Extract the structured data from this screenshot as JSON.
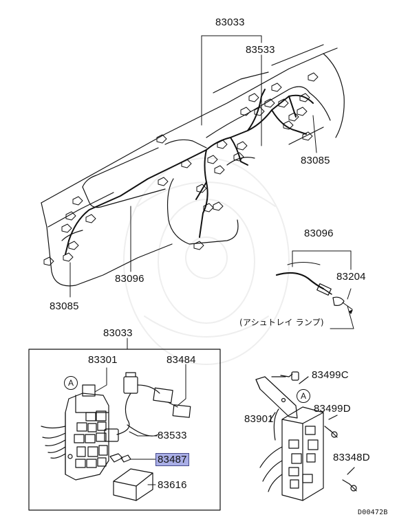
{
  "callouts": [
    {
      "id": "c1",
      "text": "83033"
    },
    {
      "id": "c2",
      "text": "83533"
    },
    {
      "id": "c3",
      "text": "83085"
    },
    {
      "id": "c4",
      "text": "83096"
    },
    {
      "id": "c5",
      "text": "83085"
    },
    {
      "id": "c6",
      "text": "83096"
    },
    {
      "id": "c7",
      "text": "83204"
    },
    {
      "id": "c8",
      "text": "83033"
    },
    {
      "id": "c9",
      "text": "83301"
    },
    {
      "id": "c10",
      "text": "83484"
    },
    {
      "id": "c11",
      "text": "83533"
    },
    {
      "id": "c12",
      "text": "83487",
      "highlighted": true
    },
    {
      "id": "c13",
      "text": "83616"
    },
    {
      "id": "c14",
      "text": "83499C"
    },
    {
      "id": "c15",
      "text": "83901"
    },
    {
      "id": "c16",
      "text": "83499D"
    },
    {
      "id": "c17",
      "text": "83348D"
    }
  ],
  "ashtray_label": "(アシュトレイ ランプ)",
  "view_markers": [
    "A",
    "A"
  ],
  "drawing_code": "D00472B",
  "highlight_color": "#a9aee6"
}
